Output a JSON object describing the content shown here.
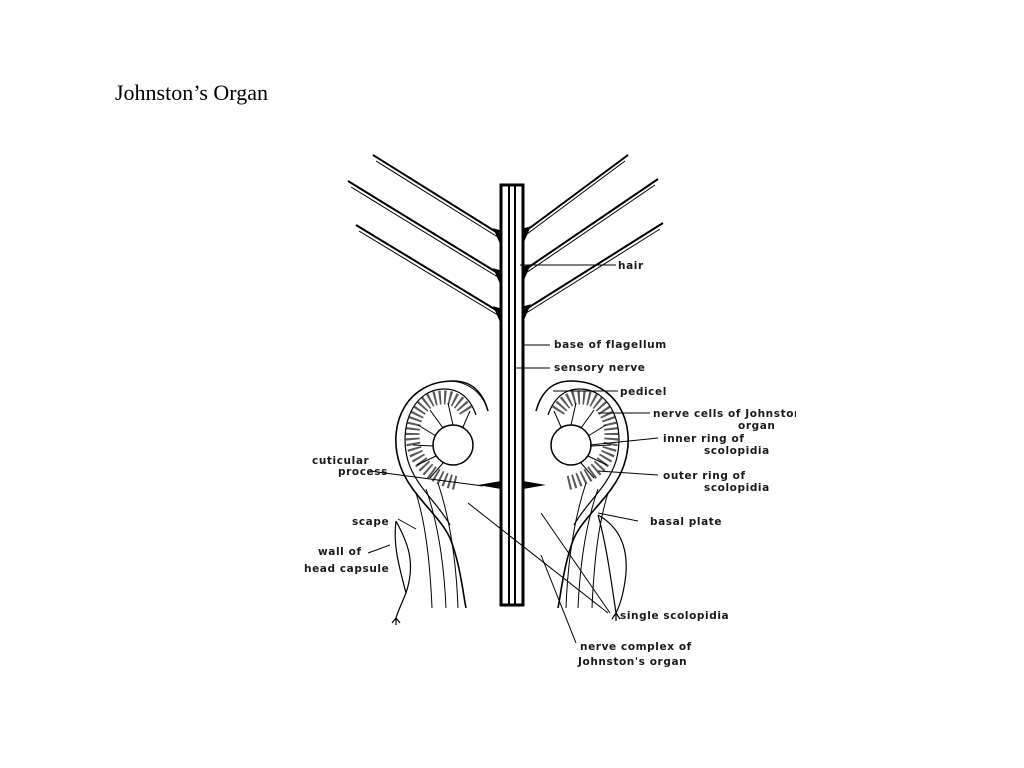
{
  "slide": {
    "title": "Johnston’s Organ"
  },
  "diagram": {
    "labels": {
      "hair": "hair",
      "base_of_flagellum": "base of flagellum",
      "sensory_nerve": "sensory nerve",
      "pedicel": "pedicel",
      "nerve_cells_line1": "nerve cells of Johnston's",
      "nerve_cells_line2": "organ",
      "inner_ring_line1": "inner ring of",
      "inner_ring_line2": "scolopidia",
      "outer_ring_line1": "outer ring of",
      "outer_ring_line2": "scolopidia",
      "basal_plate": "basal plate",
      "single_scolopidia": "single scolopidia",
      "nerve_complex_line1": "nerve complex of",
      "nerve_complex_line2": "Johnston's organ",
      "cuticular_line1": "cuticular",
      "cuticular_line2": "process",
      "scape": "scape",
      "wall_line1": "wall of",
      "wall_line2": "head capsule"
    }
  }
}
